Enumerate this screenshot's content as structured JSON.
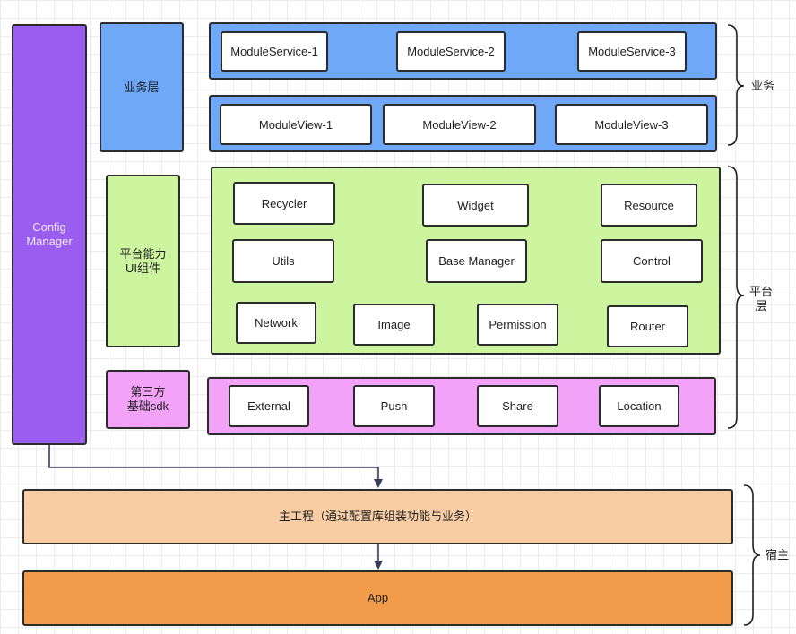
{
  "config_manager": "Config\nManager",
  "business_layer_label": "业务层",
  "platform_label": "平台能力\nUI组件",
  "thirdparty_label": "第三方\n基础sdk",
  "module_services": [
    "ModuleService-1",
    "ModuleService-2",
    "ModuleService-3"
  ],
  "module_views": [
    "ModuleView-1",
    "ModuleView-2",
    "ModuleView-3"
  ],
  "platform_row1": [
    "Recycler",
    "Widget",
    "Resource"
  ],
  "platform_row2": [
    "Utils",
    "Base Manager",
    "Control"
  ],
  "platform_row3": [
    "Network",
    "Image",
    "Permission",
    "Router"
  ],
  "sdk_items": [
    "External",
    "Push",
    "Share",
    "Location"
  ],
  "main_project": "主工程（通过配置库组装功能与业务）",
  "app": "App",
  "brace_labels": {
    "business": "业务",
    "platform": "平台\n层",
    "host": "宿主"
  },
  "colors": {
    "blue": "#6ea8f7",
    "green": "#cdf5a0",
    "pink": "#f2a3f7",
    "purple": "#9b5cf0",
    "peach": "#f8cda4",
    "orange": "#f19c4a"
  }
}
